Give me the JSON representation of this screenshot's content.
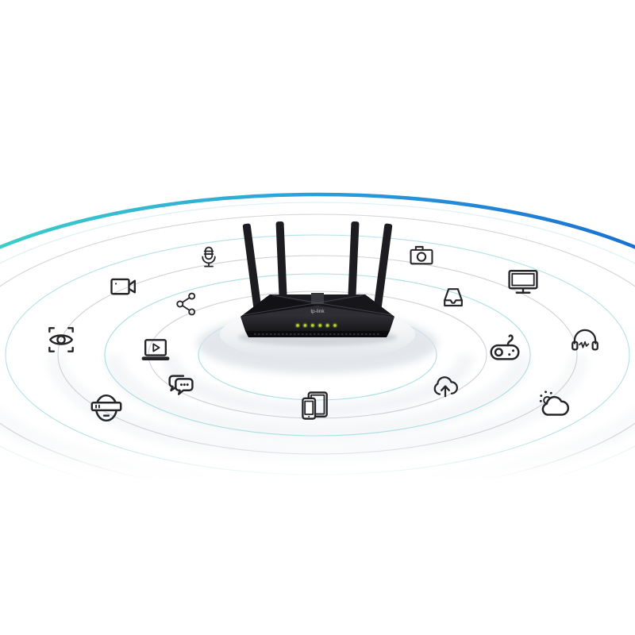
{
  "router": {
    "brand_label": "tp-link",
    "antenna_count": 4,
    "led_count": 6,
    "body_color": "#1f1f23",
    "led_color": "#b5d230",
    "platform_color": "#eef1f4"
  },
  "waves": {
    "accent_arc_colors": [
      "#3ccdc8",
      "#2ba4da",
      "#1b6fd2"
    ],
    "ring_gray_color": "#c6cad1",
    "ring_cyan_color": "#aadfe3"
  },
  "icons": [
    {
      "name": "microphone"
    },
    {
      "name": "camera"
    },
    {
      "name": "video-camera"
    },
    {
      "name": "share"
    },
    {
      "name": "printer-tray"
    },
    {
      "name": "monitor"
    },
    {
      "name": "eye-surveillance"
    },
    {
      "name": "laptop-video"
    },
    {
      "name": "game-controller"
    },
    {
      "name": "headphones"
    },
    {
      "name": "vr-headset"
    },
    {
      "name": "chat-messages"
    },
    {
      "name": "phone-tablet"
    },
    {
      "name": "cloud-upload"
    },
    {
      "name": "weather-cloud"
    }
  ]
}
